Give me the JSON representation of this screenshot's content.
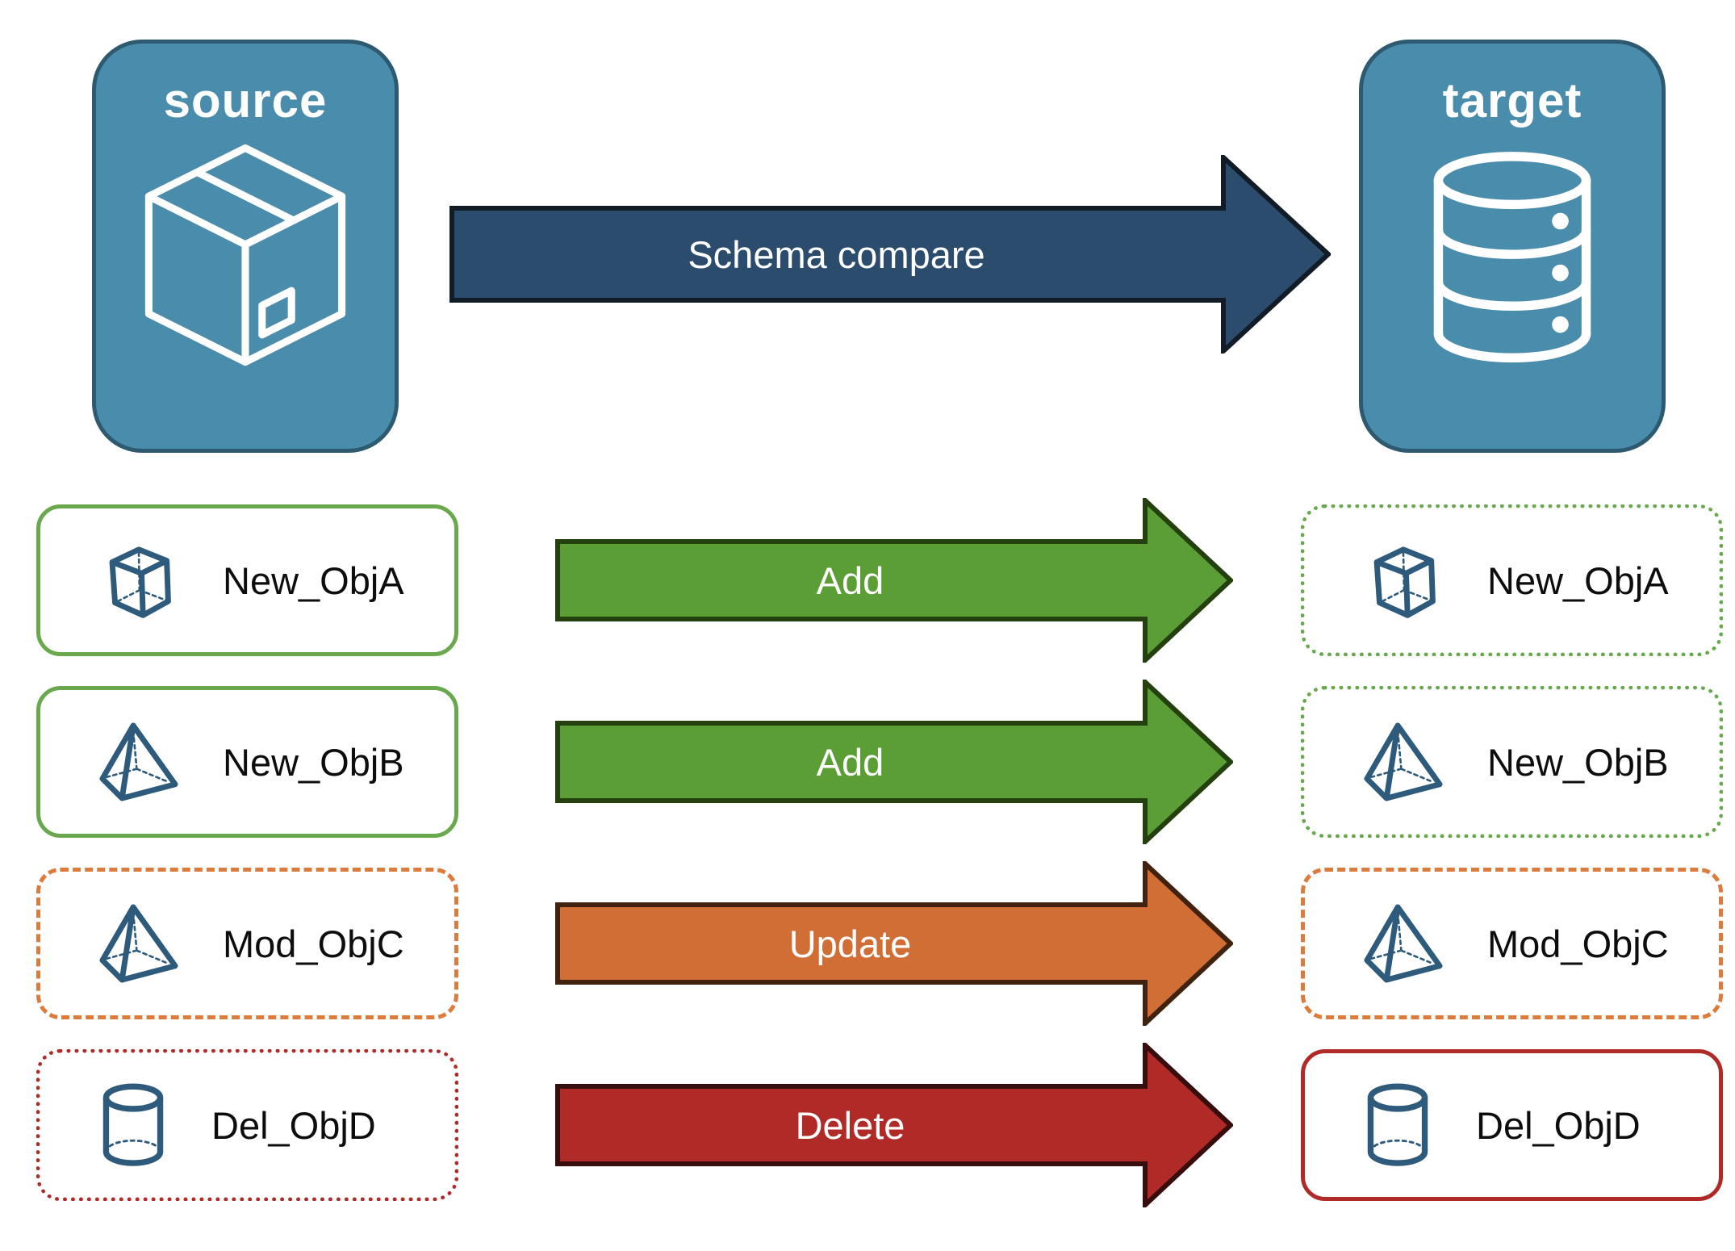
{
  "source": {
    "label": "source",
    "icon": "package-icon"
  },
  "target": {
    "label": "target",
    "icon": "database-icon"
  },
  "compare_arrow": {
    "label": "Schema compare",
    "fill": "#2b4c6c",
    "outline": "#111c27"
  },
  "rows": [
    {
      "name": "New_ObjA",
      "icon": "cube-icon",
      "arrow": {
        "label": "Add",
        "fill": "#5a9e35",
        "outline": "#24400f"
      },
      "source_border": {
        "style": "solid",
        "color": "#6aa84e"
      },
      "target_border": {
        "style": "dotted",
        "color": "#6aa84e"
      }
    },
    {
      "name": "New_ObjB",
      "icon": "pyramid-icon",
      "arrow": {
        "label": "Add",
        "fill": "#5a9e35",
        "outline": "#24400f"
      },
      "source_border": {
        "style": "solid",
        "color": "#6aa84e"
      },
      "target_border": {
        "style": "dotted",
        "color": "#6aa84e"
      }
    },
    {
      "name": "Mod_ObjC",
      "icon": "pyramid-icon",
      "arrow": {
        "label": "Update",
        "fill": "#d16e36",
        "outline": "#40220e"
      },
      "source_border": {
        "style": "dashed",
        "color": "#dd7b3c"
      },
      "target_border": {
        "style": "dashed",
        "color": "#dd7b3c"
      }
    },
    {
      "name": "Del_ObjD",
      "icon": "cylinder-icon",
      "arrow": {
        "label": "Delete",
        "fill": "#b02b28",
        "outline": "#380d0d"
      },
      "source_border": {
        "style": "dotted",
        "color": "#b02b28"
      },
      "target_border": {
        "style": "solid",
        "color": "#b02b28"
      }
    }
  ],
  "colors": {
    "card_fill": "#4a8cab",
    "card_border": "#2d5a70",
    "icon_stroke_dark": "#2e5a7c",
    "icon_stroke_light": "#ffffff",
    "label_text": "#0d0d0d",
    "arrow_text": "#ffffff"
  }
}
